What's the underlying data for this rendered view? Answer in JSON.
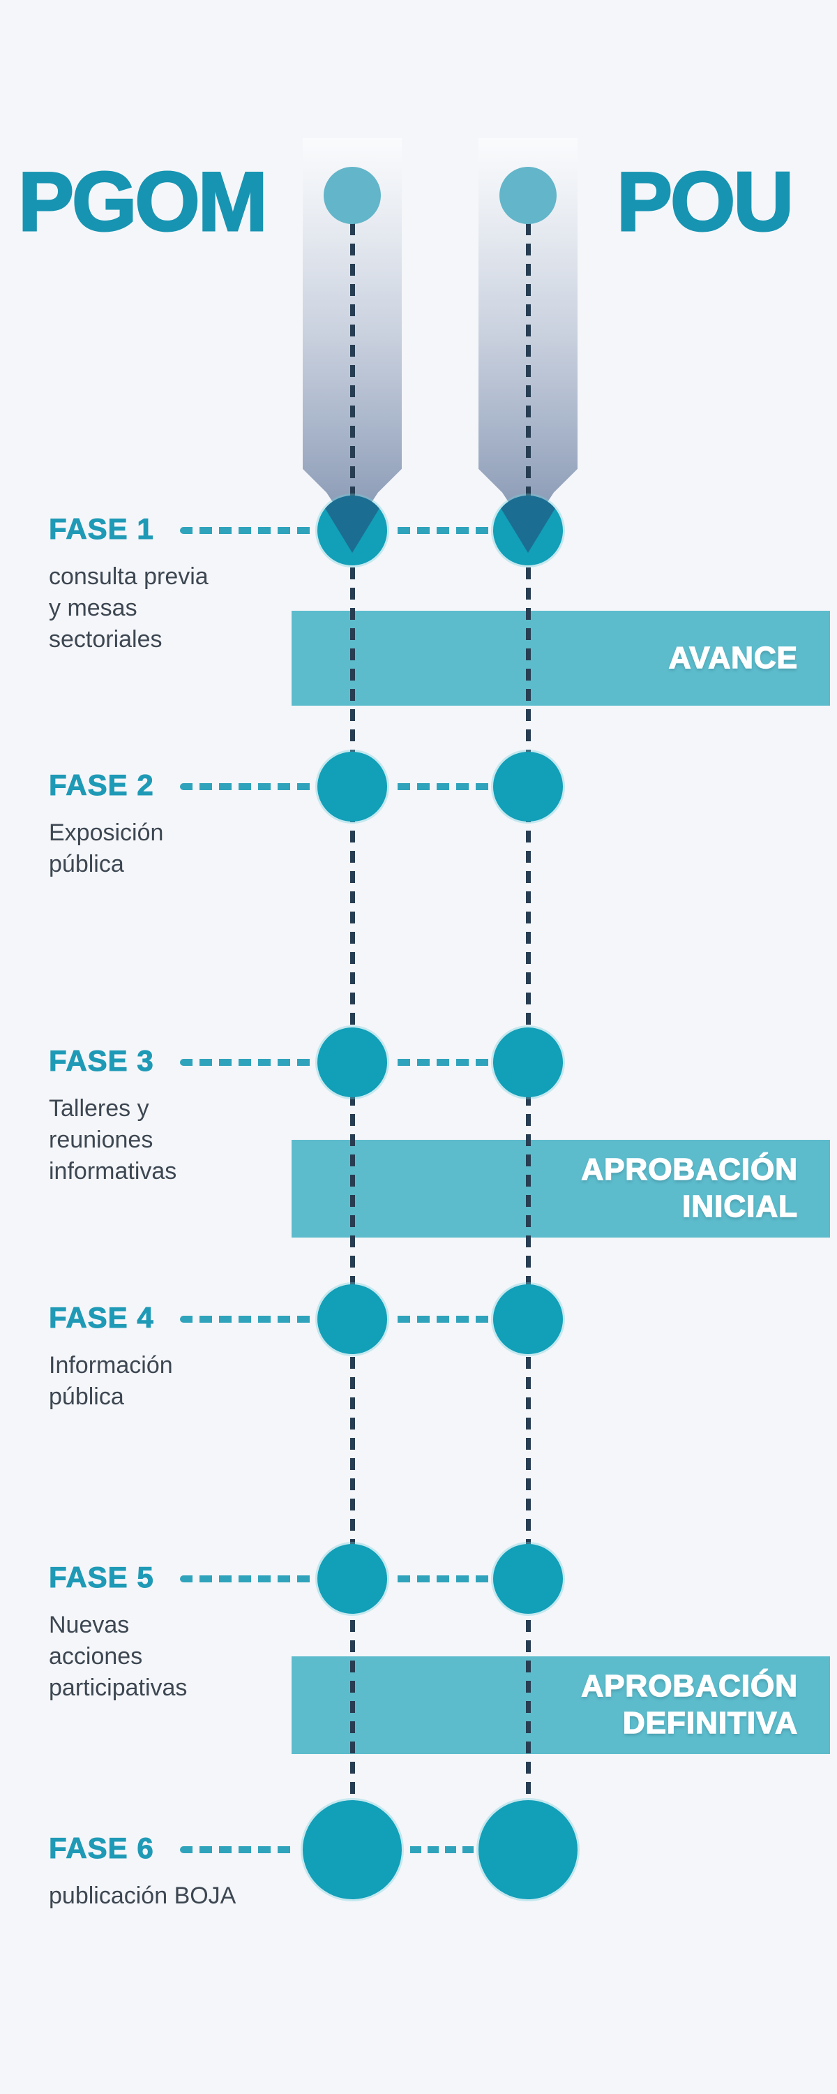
{
  "header": {
    "left": "PGOM",
    "right": "POU"
  },
  "phases": [
    {
      "label": "FASE 1",
      "desc": "consulta previa\ny mesas\nsectoriales"
    },
    {
      "label": "FASE 2",
      "desc": "Exposición\npública"
    },
    {
      "label": "FASE 3",
      "desc": "Talleres y\nreuniones\ninformativas"
    },
    {
      "label": "FASE 4",
      "desc": "Información\npública"
    },
    {
      "label": "FASE 5",
      "desc": "Nuevas\nacciones\nparticipativas"
    },
    {
      "label": "FASE 6",
      "desc": "publicación BOJA"
    }
  ],
  "bands": [
    {
      "label": "AVANCE"
    },
    {
      "label": "APROBACIÓN\nINICIAL"
    },
    {
      "label": "APROBACIÓN\nDEFINITIVA"
    }
  ],
  "colors": {
    "background": "#f5f6f9",
    "title": "#1794b2",
    "phase_label": "#1f9ab6",
    "node": "#129fb8",
    "start_node": "#63b5c9",
    "band": "#5cbccc",
    "band_text": "#ffffff",
    "leader_dash": "#2fa3bb",
    "timeline_dash": "#273d52",
    "description_text": "#3d4752",
    "arrow_tip": "#1b6e92",
    "arrow_gradient_end": "#8494b0"
  }
}
